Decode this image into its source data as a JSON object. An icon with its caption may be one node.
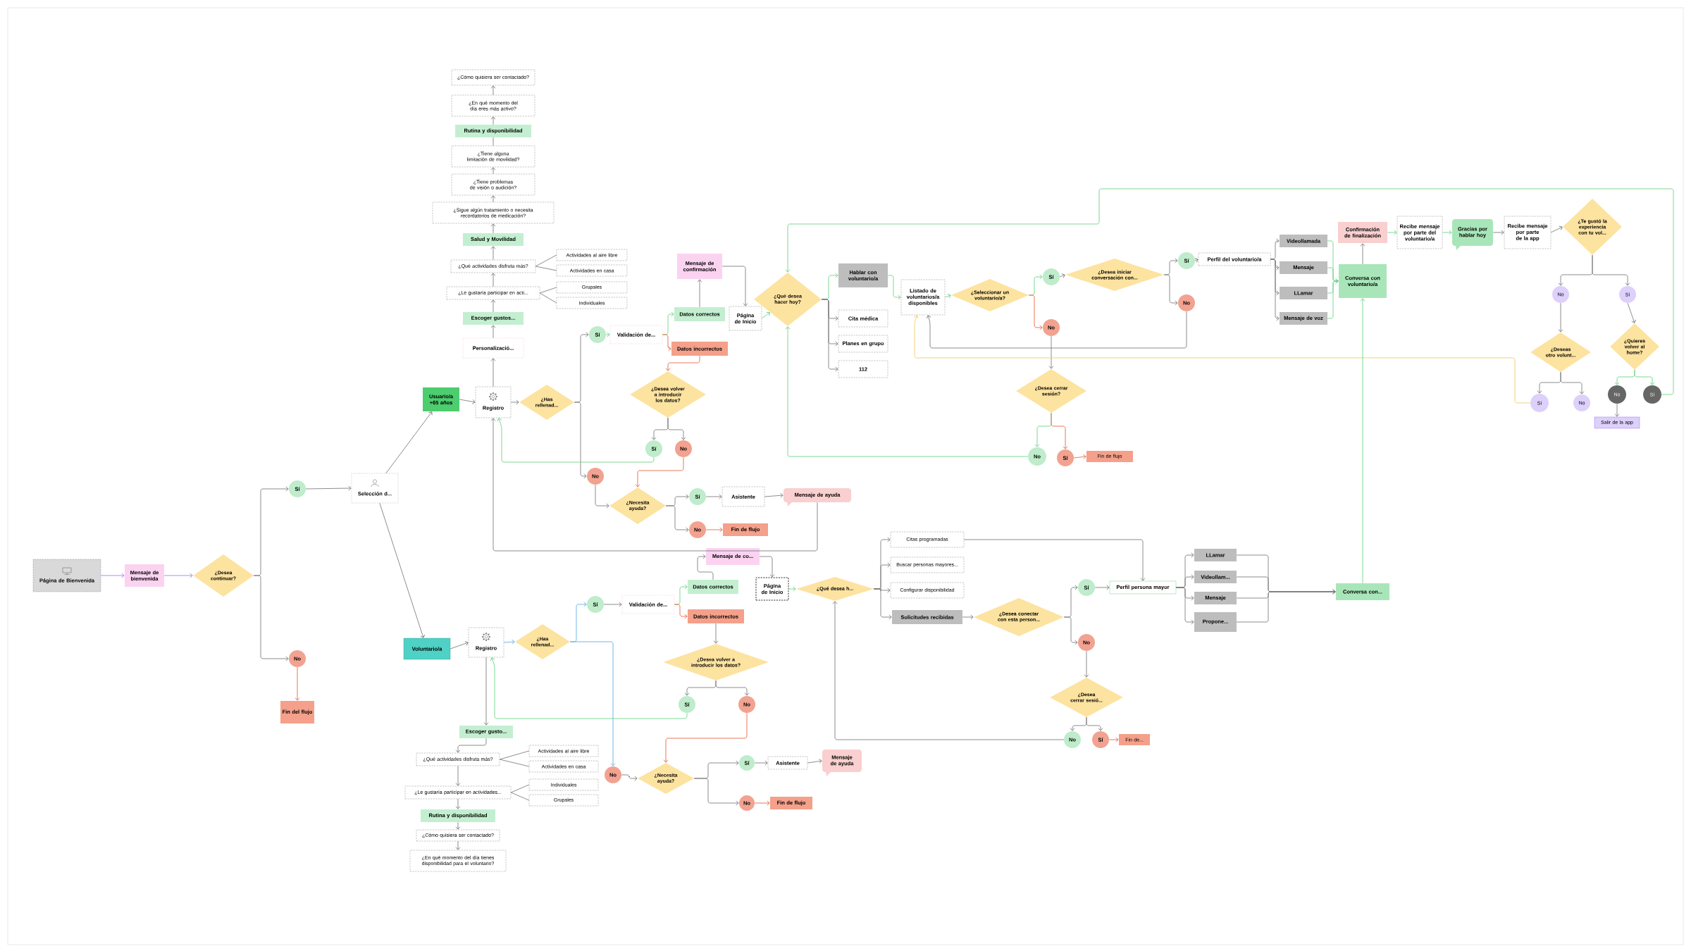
{
  "diagram": {
    "nodes": [
      {
        "text": [
          "Página de Bienvenida"
        ]
      },
      {
        "text": [
          "Mensaje de bienvenida"
        ]
      },
      {
        "text": [
          "¿Desea continuar?"
        ]
      },
      {
        "text": [
          "Sí"
        ]
      },
      {
        "text": [
          "No"
        ]
      },
      {
        "text": [
          "Fin del flujo"
        ]
      },
      {
        "text": [
          "Selección d..."
        ]
      },
      {
        "text": [
          "Usuario/a +65 años"
        ]
      },
      {
        "text": [
          "Registro"
        ]
      },
      {
        "text": [
          "Personalizació..."
        ]
      },
      {
        "text": [
          "Escoger gustos..."
        ]
      },
      {
        "text": [
          "¿Le gustaría participar en acti..."
        ]
      },
      {
        "text": [
          "Grupales"
        ]
      },
      {
        "text": [
          "Individuales"
        ]
      },
      {
        "text": [
          "¿Qué actividades disfruta más?"
        ]
      },
      {
        "text": [
          "Actividades al aire libre"
        ]
      },
      {
        "text": [
          "Actividades en casa"
        ]
      },
      {
        "text": [
          "Salud y Movilidad"
        ]
      },
      {
        "text": [
          "¿Sigue algún tratamiento o necesita recordatorios de medicación?"
        ]
      },
      {
        "text": [
          "¿Tiene problemas de visión o audición?"
        ]
      },
      {
        "text": [
          "¿Tiene alguna limitación de movilidad?"
        ]
      },
      {
        "text": [
          "Rutina y disponibilidad"
        ]
      },
      {
        "text": [
          "¿En qué momento del día eres más activo?"
        ]
      },
      {
        "text": [
          "¿Cómo quisiera ser contactado?"
        ]
      },
      {
        "text": [
          "¿Has rellenad..."
        ]
      },
      {
        "text": [
          "Sí"
        ]
      },
      {
        "text": [
          "Validación de..."
        ]
      },
      {
        "text": [
          "Datos correctos"
        ]
      },
      {
        "text": [
          "Datos incorrectos"
        ]
      },
      {
        "text": [
          "Mensaje de confirmación"
        ]
      },
      {
        "text": [
          "Página de Inicio"
        ]
      },
      {
        "text": [
          "¿Desea volver a introducir los datos?"
        ]
      },
      {
        "text": [
          "Sí"
        ]
      },
      {
        "text": [
          "No"
        ]
      },
      {
        "text": [
          "No"
        ]
      },
      {
        "text": [
          "¿Necesita ayuda?"
        ]
      },
      {
        "text": [
          "Sí"
        ]
      },
      {
        "text": [
          "Asistente"
        ]
      },
      {
        "text": [
          "Mensaje de ayuda"
        ]
      },
      {
        "text": [
          "No"
        ]
      },
      {
        "text": [
          "Fin de flujo"
        ]
      },
      {
        "text": [
          "¿Qué desea hacer hoy?"
        ]
      },
      {
        "text": [
          "Hablar con voluntario/a"
        ]
      },
      {
        "text": [
          "Cita médica"
        ]
      },
      {
        "text": [
          "Planes en grupo"
        ]
      },
      {
        "text": [
          "112"
        ]
      },
      {
        "text": [
          "Listado de voluntarios/a disponibles"
        ]
      },
      {
        "text": [
          "¿Seleccionar un voluntario/a?"
        ]
      },
      {
        "text": [
          "Sí"
        ]
      },
      {
        "text": [
          "No"
        ]
      },
      {
        "text": [
          "¿Desea iniciar conversación con..."
        ]
      },
      {
        "text": [
          "Sí"
        ]
      },
      {
        "text": [
          "No"
        ]
      },
      {
        "text": [
          "Perfil del voluntario/a"
        ]
      },
      {
        "text": [
          "Videollamada"
        ]
      },
      {
        "text": [
          "Mensaje"
        ]
      },
      {
        "text": [
          "LLamar"
        ]
      },
      {
        "text": [
          "Mensaje de voz"
        ]
      },
      {
        "text": [
          "Conversa con voluntario/a"
        ]
      },
      {
        "text": [
          "Confirmación de finalización"
        ]
      },
      {
        "text": [
          "Recibe mensaje por parte del voluntario/a"
        ]
      },
      {
        "text": [
          "Gracias por hablar hoy"
        ]
      },
      {
        "text": [
          "Recibe mensaje por parte de la app"
        ]
      },
      {
        "text": [
          "¿Te gustó la experiencia con tu vol..."
        ]
      },
      {
        "text": [
          "No"
        ]
      },
      {
        "text": [
          "Sí"
        ]
      },
      {
        "text": [
          "¿Deseas otro volunt..."
        ]
      },
      {
        "text": [
          "¿Quieres volver al home?"
        ]
      },
      {
        "text": [
          "Sí"
        ]
      },
      {
        "text": [
          "No"
        ]
      },
      {
        "text": [
          "No"
        ]
      },
      {
        "text": [
          "Sí"
        ]
      },
      {
        "text": [
          "Salir de la app"
        ]
      },
      {
        "text": [
          "¿Desea cerrar sesión?"
        ]
      },
      {
        "text": [
          "No"
        ]
      },
      {
        "text": [
          "Sí"
        ]
      },
      {
        "text": [
          "Fin de flujo"
        ]
      },
      {
        "text": [
          "Voluntario/a"
        ]
      },
      {
        "text": [
          "Registro"
        ]
      },
      {
        "text": [
          "¿Has rellenad..."
        ]
      },
      {
        "text": [
          "Sí"
        ]
      },
      {
        "text": [
          "Validación de..."
        ]
      },
      {
        "text": [
          "Datos correctos"
        ]
      },
      {
        "text": [
          "Datos incorrectos"
        ]
      },
      {
        "text": [
          "Mensaje de co..."
        ]
      },
      {
        "text": [
          "Página de Inicio"
        ]
      },
      {
        "text": [
          "¿Desea volver a introducir los datos?"
        ]
      },
      {
        "text": [
          "Sí"
        ]
      },
      {
        "text": [
          "No"
        ]
      },
      {
        "text": [
          "No"
        ]
      },
      {
        "text": [
          "¿Necesita ayuda?"
        ]
      },
      {
        "text": [
          "Sí"
        ]
      },
      {
        "text": [
          "Asistente"
        ]
      },
      {
        "text": [
          "Mensaje de ayuda"
        ]
      },
      {
        "text": [
          "No"
        ]
      },
      {
        "text": [
          "Fin de flujo"
        ]
      },
      {
        "text": [
          "Escoger gusto..."
        ]
      },
      {
        "text": [
          "¿Qué actividades disfruta más?"
        ]
      },
      {
        "text": [
          "Actividades al aire libre"
        ]
      },
      {
        "text": [
          "Actividades en casa"
        ]
      },
      {
        "text": [
          "¿Le gustaría participar en actividades..."
        ]
      },
      {
        "text": [
          "Individuales"
        ]
      },
      {
        "text": [
          "Grupales"
        ]
      },
      {
        "text": [
          "Rutina y disponibilidad"
        ]
      },
      {
        "text": [
          "¿Cómo quisiera ser contactado?"
        ]
      },
      {
        "text": [
          "¿En qué momento del día tienes disponibilidad para el voluntario?"
        ]
      },
      {
        "text": [
          "¿Qué desea h..."
        ]
      },
      {
        "text": [
          "Citas programadas"
        ]
      },
      {
        "text": [
          "Buscar personas mayores..."
        ]
      },
      {
        "text": [
          "Configurar disponibilidad"
        ]
      },
      {
        "text": [
          "Solicitudes recibidas"
        ]
      },
      {
        "text": [
          "¿Desea conectar con esta person..."
        ]
      },
      {
        "text": [
          "Sí"
        ]
      },
      {
        "text": [
          "No"
        ]
      },
      {
        "text": [
          "¿Desea cerrar sesió..."
        ]
      },
      {
        "text": [
          "No"
        ]
      },
      {
        "text": [
          "Sí"
        ]
      },
      {
        "text": [
          "Fin de..."
        ]
      },
      {
        "text": [
          "Perfil persona mayor"
        ]
      },
      {
        "text": [
          "LLamar"
        ]
      },
      {
        "text": [
          "Videollam..."
        ]
      },
      {
        "text": [
          "Mensaje"
        ]
      },
      {
        "text": [
          "Propone..."
        ]
      },
      {
        "text": [
          "Conversa con..."
        ]
      }
    ],
    "edges": [
      {
        "from": 0,
        "to": 1,
        "arrow": "to",
        "color": "#9b6cf2"
      },
      {
        "from": 1,
        "to": 2,
        "arrow": "to",
        "color": "#9b6cf2"
      },
      {
        "from": 2,
        "to": 3,
        "arrow": "to"
      },
      {
        "from": 2,
        "to": 4,
        "arrow": "to"
      },
      {
        "from": 4,
        "to": 5,
        "arrow": "to",
        "color": "#e4572e"
      },
      {
        "from": 3,
        "to": 6,
        "arrow": "to"
      },
      {
        "from": 6,
        "to": 7,
        "arrow": "to"
      },
      {
        "from": 6,
        "to": 77,
        "arrow": "to"
      },
      {
        "from": 7,
        "to": 8,
        "arrow": "to"
      },
      {
        "from": 8,
        "to": 24,
        "arrow": "to"
      },
      {
        "from": 8,
        "to": 9,
        "arrow": "to"
      },
      {
        "from": 9,
        "to": 10,
        "arrow": "to"
      },
      {
        "from": 10,
        "to": 11,
        "arrow": "to"
      },
      {
        "from": 11,
        "to": 12,
        "arrow": "none"
      },
      {
        "from": 11,
        "to": 13,
        "arrow": "none"
      },
      {
        "from": 11,
        "to": 14,
        "arrow": "to"
      },
      {
        "from": 14,
        "to": 15,
        "arrow": "none"
      },
      {
        "from": 14,
        "to": 16,
        "arrow": "none"
      },
      {
        "from": 14,
        "to": 17,
        "arrow": "to"
      },
      {
        "from": 17,
        "to": 18,
        "arrow": "to"
      },
      {
        "from": 18,
        "to": 19,
        "arrow": "to"
      },
      {
        "from": 19,
        "to": 20,
        "arrow": "to"
      },
      {
        "from": 20,
        "to": 21,
        "arrow": "none"
      },
      {
        "from": 21,
        "to": 22,
        "arrow": "to"
      },
      {
        "from": 22,
        "to": 23,
        "arrow": "to"
      },
      {
        "from": 24,
        "to": 25,
        "arrow": "to"
      },
      {
        "from": 24,
        "to": 34,
        "arrow": "to"
      },
      {
        "from": 25,
        "to": 26,
        "arrow": "to",
        "color": "#5ccf7a"
      },
      {
        "from": 26,
        "to": 27,
        "arrow": "to",
        "color": "#5ccf7a"
      },
      {
        "from": 26,
        "to": 28,
        "arrow": "to",
        "color": "#e4572e"
      },
      {
        "from": 27,
        "to": 29,
        "arrow": "to"
      },
      {
        "from": 29,
        "to": 30,
        "arrow": "to"
      },
      {
        "from": 30,
        "to": 41,
        "arrow": "to",
        "color": "#5ccf7a"
      },
      {
        "from": 28,
        "to": 31,
        "arrow": "to",
        "color": "#e4572e"
      },
      {
        "from": 31,
        "to": 32,
        "arrow": "to"
      },
      {
        "from": 31,
        "to": 33,
        "arrow": "to"
      },
      {
        "from": 32,
        "to": 8,
        "arrow": "to",
        "color": "#5ccf7a"
      },
      {
        "from": 33,
        "to": 35,
        "arrow": "to",
        "color": "#e4572e"
      },
      {
        "from": 34,
        "to": 35,
        "arrow": "to"
      },
      {
        "from": 35,
        "to": 36,
        "arrow": "to"
      },
      {
        "from": 35,
        "to": 39,
        "arrow": "to"
      },
      {
        "from": 36,
        "to": 37,
        "arrow": "to"
      },
      {
        "from": 37,
        "to": 38,
        "arrow": "to"
      },
      {
        "from": 38,
        "to": 8,
        "arrow": "to"
      },
      {
        "from": 39,
        "to": 40,
        "arrow": "to",
        "color": "#e4572e"
      },
      {
        "from": 41,
        "to": 42,
        "arrow": "to",
        "color": "#5ccf7a"
      },
      {
        "from": 41,
        "to": 43,
        "arrow": "to"
      },
      {
        "from": 41,
        "to": 44,
        "arrow": "to"
      },
      {
        "from": 41,
        "to": 45,
        "arrow": "to"
      },
      {
        "from": 42,
        "to": 46,
        "arrow": "to",
        "color": "#5ccf7a"
      },
      {
        "from": 46,
        "to": 47,
        "arrow": "to",
        "color": "#5ccf7a"
      },
      {
        "from": 47,
        "to": 48,
        "arrow": "to",
        "color": "#5ccf7a"
      },
      {
        "from": 47,
        "to": 49,
        "arrow": "to",
        "color": "#e4572e"
      },
      {
        "from": 48,
        "to": 50,
        "arrow": "to"
      },
      {
        "from": 49,
        "to": 73,
        "arrow": "to"
      },
      {
        "from": 50,
        "to": 51,
        "arrow": "to"
      },
      {
        "from": 50,
        "to": 52,
        "arrow": "to"
      },
      {
        "from": 52,
        "to": 46,
        "arrow": "to"
      },
      {
        "from": 51,
        "to": 53,
        "arrow": "to"
      },
      {
        "from": 53,
        "to": 54,
        "arrow": "to"
      },
      {
        "from": 53,
        "to": 55,
        "arrow": "to"
      },
      {
        "from": 53,
        "to": 56,
        "arrow": "to"
      },
      {
        "from": 53,
        "to": 57,
        "arrow": "to"
      },
      {
        "from": 54,
        "to": 58,
        "arrow": "to",
        "color": "#5ccf7a"
      },
      {
        "from": 55,
        "to": 58,
        "arrow": "to",
        "color": "#5ccf7a"
      },
      {
        "from": 56,
        "to": 58,
        "arrow": "to",
        "color": "#5ccf7a"
      },
      {
        "from": 57,
        "to": 58,
        "arrow": "to",
        "color": "#5ccf7a"
      },
      {
        "from": 58,
        "to": 59,
        "arrow": "to"
      },
      {
        "from": 59,
        "to": 60,
        "arrow": "to",
        "color": "#5ccf7a"
      },
      {
        "from": 60,
        "to": 61,
        "arrow": "to",
        "color": "#5ccf7a"
      },
      {
        "from": 61,
        "to": 62,
        "arrow": "to"
      },
      {
        "from": 62,
        "to": 63,
        "arrow": "to"
      },
      {
        "from": 63,
        "to": 64,
        "arrow": "to"
      },
      {
        "from": 63,
        "to": 65,
        "arrow": "to"
      },
      {
        "from": 64,
        "to": 66,
        "arrow": "to"
      },
      {
        "from": 65,
        "to": 67,
        "arrow": "to"
      },
      {
        "from": 66,
        "to": 68,
        "arrow": "to"
      },
      {
        "from": 66,
        "to": 69,
        "arrow": "to"
      },
      {
        "from": 68,
        "to": 46,
        "arrow": "to",
        "color": "#f2c55c"
      },
      {
        "from": 67,
        "to": 70,
        "arrow": "to",
        "color": "#5ccf7a"
      },
      {
        "from": 67,
        "to": 71,
        "arrow": "to",
        "color": "#5ccf7a"
      },
      {
        "from": 70,
        "to": 72,
        "arrow": "to"
      },
      {
        "from": 71,
        "to": 41,
        "arrow": "to",
        "color": "#5ccf7a"
      },
      {
        "from": 73,
        "to": 74,
        "arrow": "to",
        "color": "#5ccf7a"
      },
      {
        "from": 73,
        "to": 75,
        "arrow": "to",
        "color": "#e4572e"
      },
      {
        "from": 75,
        "to": 76,
        "arrow": "to",
        "color": "#e4572e"
      },
      {
        "from": 74,
        "to": 41,
        "arrow": "to",
        "color": "#5ccf7a"
      },
      {
        "from": 123,
        "to": 58,
        "arrow": "to",
        "color": "#5ccf7a"
      },
      {
        "from": 77,
        "to": 78,
        "arrow": "to"
      },
      {
        "from": 78,
        "to": 79,
        "arrow": "to",
        "color": "#4da6e0"
      },
      {
        "from": 78,
        "to": 96,
        "arrow": "to"
      },
      {
        "from": 79,
        "to": 80,
        "arrow": "to",
        "color": "#4da6e0"
      },
      {
        "from": 79,
        "to": 89,
        "arrow": "to",
        "color": "#4da6e0"
      },
      {
        "from": 80,
        "to": 81,
        "arrow": "to"
      },
      {
        "from": 81,
        "to": 82,
        "arrow": "to",
        "color": "#5ccf7a"
      },
      {
        "from": 81,
        "to": 83,
        "arrow": "to",
        "color": "#e4572e"
      },
      {
        "from": 82,
        "to": 84,
        "arrow": "to"
      },
      {
        "from": 84,
        "to": 85,
        "arrow": "to"
      },
      {
        "from": 85,
        "to": 106,
        "arrow": "to",
        "color": "#5ccf7a"
      },
      {
        "from": 83,
        "to": 86,
        "arrow": "to"
      },
      {
        "from": 86,
        "to": 87,
        "arrow": "to"
      },
      {
        "from": 86,
        "to": 88,
        "arrow": "to"
      },
      {
        "from": 87,
        "to": 78,
        "arrow": "to",
        "color": "#5ccf7a"
      },
      {
        "from": 88,
        "to": 90,
        "arrow": "to",
        "color": "#e4572e"
      },
      {
        "from": 89,
        "to": 90,
        "arrow": "to"
      },
      {
        "from": 90,
        "to": 91,
        "arrow": "to"
      },
      {
        "from": 90,
        "to": 94,
        "arrow": "to"
      },
      {
        "from": 91,
        "to": 92,
        "arrow": "to"
      },
      {
        "from": 92,
        "to": 93,
        "arrow": "to"
      },
      {
        "from": 94,
        "to": 95,
        "arrow": "to",
        "color": "#e4572e"
      },
      {
        "from": 96,
        "to": 97,
        "arrow": "to"
      },
      {
        "from": 97,
        "to": 98,
        "arrow": "none"
      },
      {
        "from": 97,
        "to": 99,
        "arrow": "none"
      },
      {
        "from": 97,
        "to": 100,
        "arrow": "to"
      },
      {
        "from": 100,
        "to": 101,
        "arrow": "none"
      },
      {
        "from": 100,
        "to": 102,
        "arrow": "none"
      },
      {
        "from": 100,
        "to": 103,
        "arrow": "to"
      },
      {
        "from": 103,
        "to": 104,
        "arrow": "to"
      },
      {
        "from": 104,
        "to": 105,
        "arrow": "to"
      },
      {
        "from": 106,
        "to": 107,
        "arrow": "to"
      },
      {
        "from": 106,
        "to": 108,
        "arrow": "to"
      },
      {
        "from": 106,
        "to": 109,
        "arrow": "to"
      },
      {
        "from": 106,
        "to": 110,
        "arrow": "to"
      },
      {
        "from": 107,
        "to": 118,
        "arrow": "to"
      },
      {
        "from": 110,
        "to": 111,
        "arrow": "to"
      },
      {
        "from": 111,
        "to": 112,
        "arrow": "to"
      },
      {
        "from": 111,
        "to": 113,
        "arrow": "to"
      },
      {
        "from": 112,
        "to": 118,
        "arrow": "to"
      },
      {
        "from": 113,
        "to": 114,
        "arrow": "to"
      },
      {
        "from": 114,
        "to": 115,
        "arrow": "to"
      },
      {
        "from": 114,
        "to": 116,
        "arrow": "to"
      },
      {
        "from": 116,
        "to": 117,
        "arrow": "to",
        "color": "#e4572e"
      },
      {
        "from": 115,
        "to": 106,
        "arrow": "to"
      },
      {
        "from": 118,
        "to": 119,
        "arrow": "to"
      },
      {
        "from": 118,
        "to": 120,
        "arrow": "to"
      },
      {
        "from": 118,
        "to": 121,
        "arrow": "to"
      },
      {
        "from": 118,
        "to": 122,
        "arrow": "to"
      },
      {
        "from": 119,
        "to": 123,
        "arrow": "to"
      },
      {
        "from": 120,
        "to": 123,
        "arrow": "to"
      },
      {
        "from": 121,
        "to": 123,
        "arrow": "to"
      },
      {
        "from": 122,
        "to": 123,
        "arrow": "to"
      }
    ]
  }
}
